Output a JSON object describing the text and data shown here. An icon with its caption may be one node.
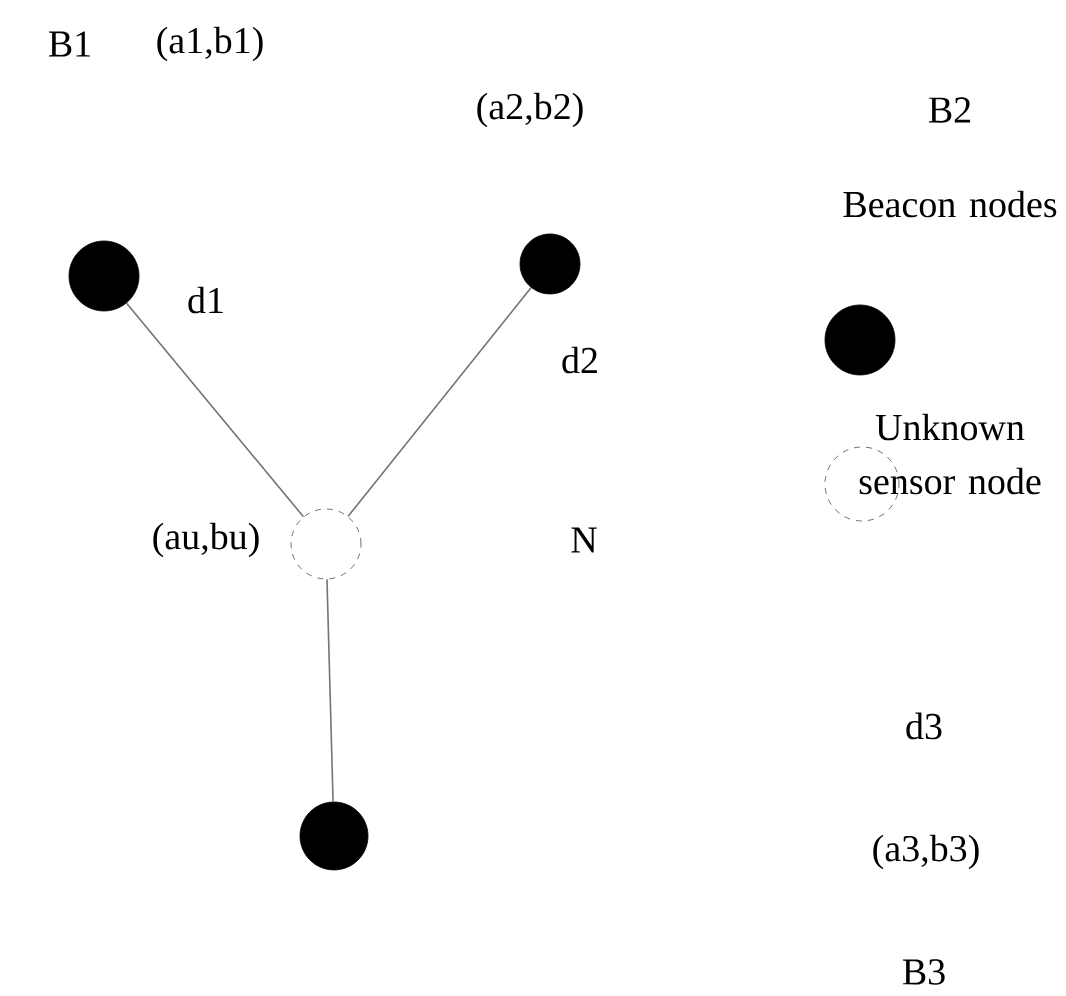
{
  "diagram": {
    "nodes": [
      {
        "text": [],
        "shape": "dot"
      },
      {
        "text": [],
        "shape": "dot"
      },
      {
        "text": [],
        "shape": "circle",
        "beside": [
          "(au,bu)"
        ]
      },
      {
        "text": [],
        "shape": "dot"
      }
    ],
    "edges": [
      {
        "from": 0,
        "to": 2,
        "arrow": "none"
      },
      {
        "from": 1,
        "to": 2,
        "arrow": "none"
      },
      {
        "from": 2,
        "to": 3,
        "arrow": "none"
      }
    ],
    "labels": [
      "B1",
      "(a1,b1)",
      "(a2,b2)",
      "B2",
      "d1",
      "d2",
      "N",
      "d3",
      "(a3,b3)",
      "B3"
    ],
    "legend": [
      {
        "text": "Beacon nodes"
      },
      {
        "text": "Unknown sensor node"
      }
    ]
  }
}
